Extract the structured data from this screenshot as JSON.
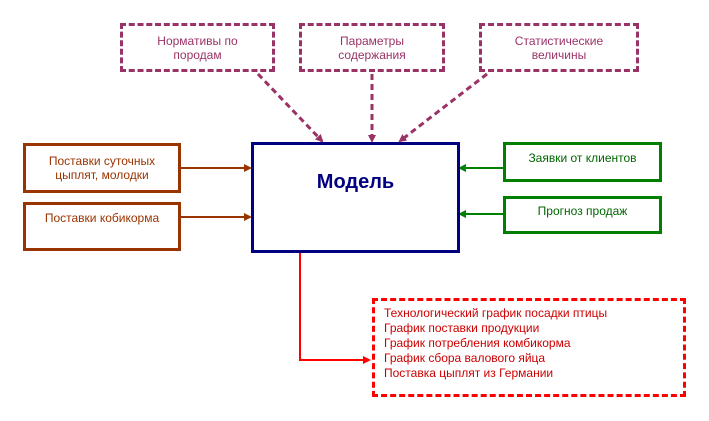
{
  "top_inputs": [
    {
      "label": "Нормативы по\nпородам"
    },
    {
      "label": "Параметры\nсодержания"
    },
    {
      "label": "Статистические\nвеличины"
    }
  ],
  "left_inputs": [
    {
      "label": "Поставки суточных\nцыплят, молодки"
    },
    {
      "label": "Поставки кобикорма"
    }
  ],
  "right_inputs": [
    {
      "label": "Заявки от клиентов"
    },
    {
      "label": "Прогноз продаж"
    }
  ],
  "model": {
    "label": "Модель"
  },
  "outputs": [
    "Технологический график посадки птицы",
    "График поставки продукции",
    "График потребления комбикорма",
    "График сбора валового яйца",
    "Поставка цыплят из Германии"
  ]
}
